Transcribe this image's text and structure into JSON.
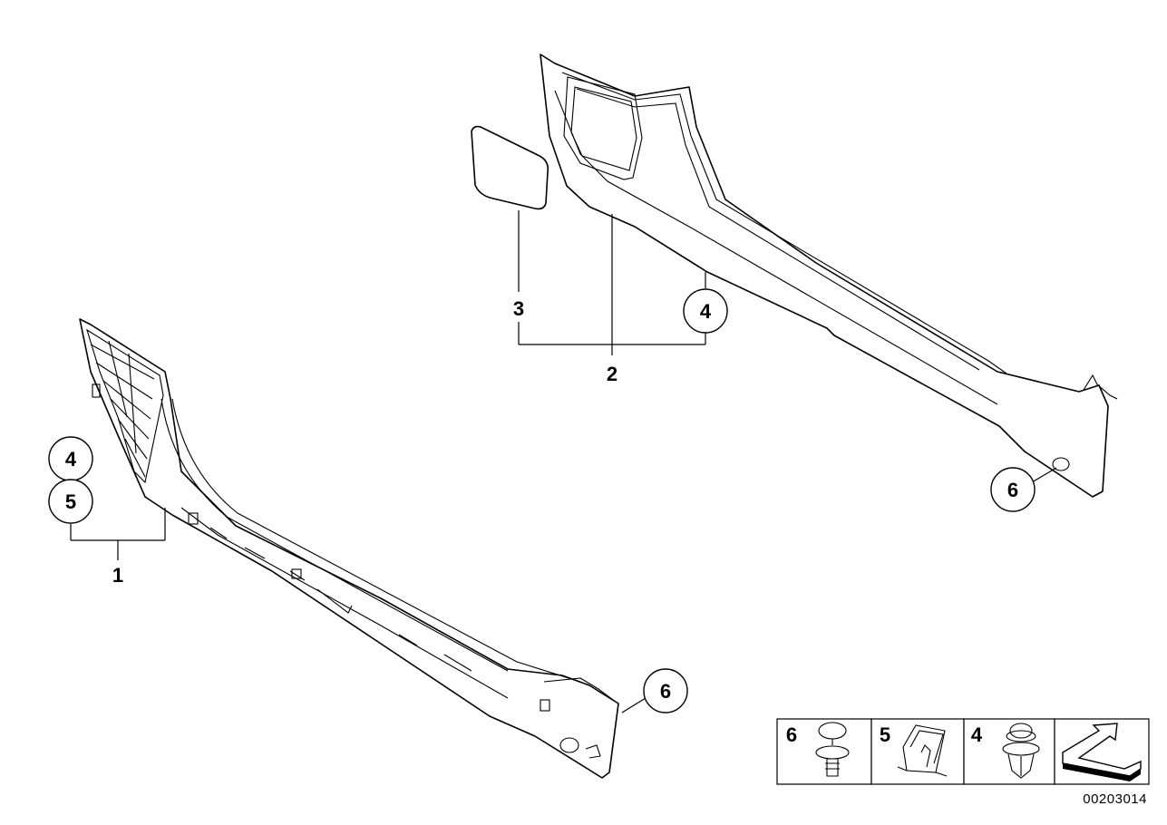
{
  "labels": {
    "part1": "1",
    "part2": "2",
    "part3": "3",
    "callout_4_right": "4",
    "callout_6_right": "6",
    "callout_4_left": "4",
    "callout_5_left": "5",
    "callout_6_left": "6"
  },
  "legend": {
    "items": [
      {
        "number": "6",
        "icon": "push-rivet-icon"
      },
      {
        "number": "5",
        "icon": "clip-nut-icon"
      },
      {
        "number": "4",
        "icon": "expanding-rivet-icon"
      },
      {
        "number": "",
        "icon": "direction-arrow-icon"
      }
    ]
  },
  "drawing_number": "00203014"
}
